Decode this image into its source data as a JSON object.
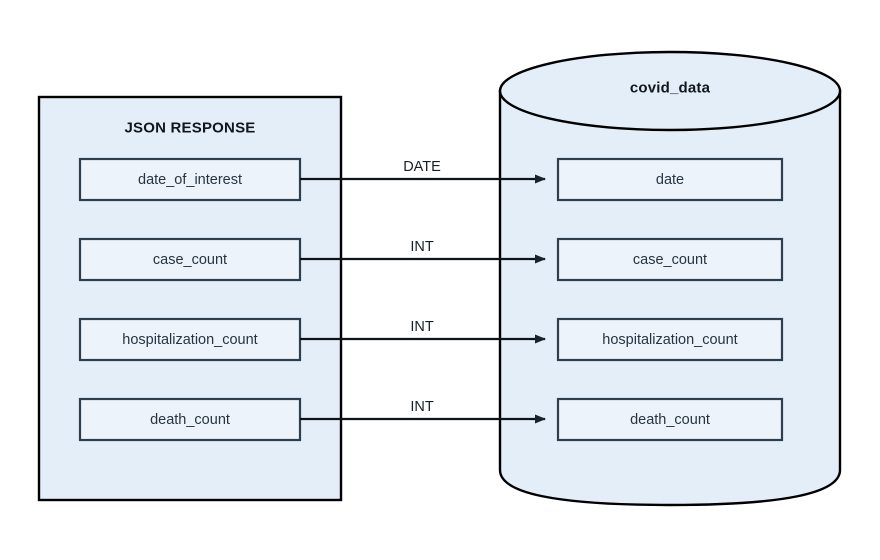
{
  "diagram": {
    "title_source": "JSON RESPONSE",
    "title_target": "covid_data",
    "background_color": "#ffffff",
    "container_fill": "#e4eef9",
    "container_stroke": "#000000",
    "field_fill": "#edf3fb",
    "field_stroke": "#2f3e4c",
    "edge_color": "#0d1317",
    "text_color": "#27343f"
  },
  "source": {
    "label": "JSON RESPONSE",
    "shape": "rectangle",
    "fields": [
      {
        "name": "date_of_interest"
      },
      {
        "name": "case_count"
      },
      {
        "name": "hospitalization_count"
      },
      {
        "name": "death_count"
      }
    ]
  },
  "target": {
    "label": "covid_data",
    "shape": "cylinder",
    "fields": [
      {
        "name": "date"
      },
      {
        "name": "case_count"
      },
      {
        "name": "hospitalization_count"
      },
      {
        "name": "death_count"
      }
    ]
  },
  "edges": [
    {
      "from": "date_of_interest",
      "to": "date",
      "type_label": "DATE"
    },
    {
      "from": "case_count",
      "to": "case_count",
      "type_label": "INT"
    },
    {
      "from": "hospitalization_count",
      "to": "hospitalization_count",
      "type_label": "INT"
    },
    {
      "from": "death_count",
      "to": "death_count",
      "type_label": "INT"
    }
  ]
}
